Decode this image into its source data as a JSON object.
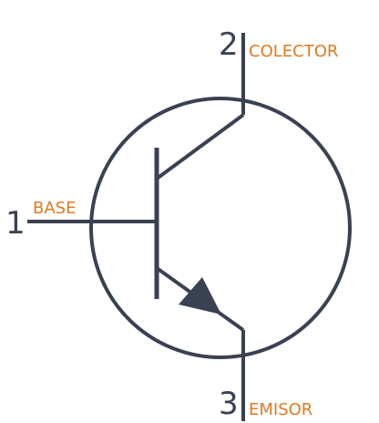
{
  "diagram": {
    "colors": {
      "stroke": "#3a4152",
      "label": "#e07a1f",
      "background": "#ffffff"
    },
    "pins": {
      "collector": {
        "number": "2",
        "label": "COLECTOR"
      },
      "base": {
        "number": "1",
        "label": "BASE"
      },
      "emitter": {
        "number": "3",
        "label": "EMISOR"
      }
    }
  }
}
